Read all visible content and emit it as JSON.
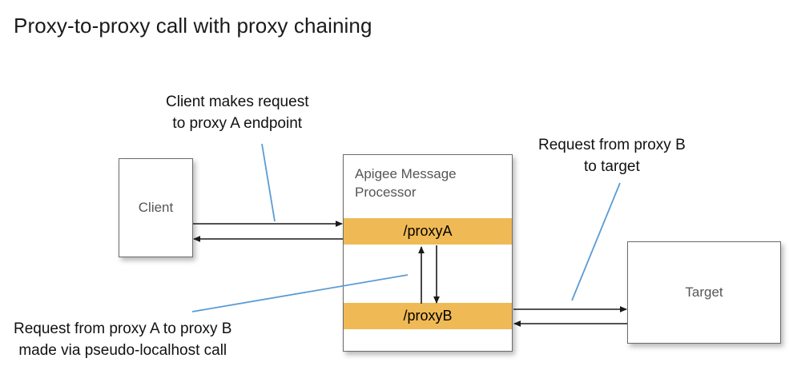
{
  "title": "Proxy-to-proxy call with proxy chaining",
  "colors": {
    "band_orange": "#EFBA55",
    "node_border": "#6b6b6b",
    "node_label": "#555555",
    "arrow": "#1a1a1a",
    "leader_line": "#5B9BD5",
    "title": "#1a1a1a",
    "background": "#ffffff"
  },
  "nodes": {
    "client": {
      "label": "Client"
    },
    "message_processor": {
      "title_line1": "Apigee Message",
      "title_line2": "Processor",
      "bands": [
        {
          "label": "/proxyA"
        },
        {
          "label": "/proxyB"
        }
      ]
    },
    "target": {
      "label": "Target"
    }
  },
  "annotations": [
    {
      "id": "client-request",
      "line1": "Client makes request",
      "line2": "to proxy A endpoint"
    },
    {
      "id": "proxyb-target",
      "line1": "Request from proxy B",
      "line2": "to target"
    },
    {
      "id": "proxya-proxyb",
      "line1": "Request from proxy A to proxy B",
      "line2": "made via pseudo-localhost call"
    }
  ],
  "flows": [
    {
      "id": "client-to-proxya",
      "from": "client",
      "to": "proxyA",
      "direction": "right"
    },
    {
      "id": "proxya-to-client",
      "from": "proxyA",
      "to": "client",
      "direction": "left"
    },
    {
      "id": "proxyb-to-proxya",
      "from": "proxyB",
      "to": "proxyA",
      "direction": "up"
    },
    {
      "id": "proxya-to-proxyb",
      "from": "proxyA",
      "to": "proxyB",
      "direction": "down"
    },
    {
      "id": "proxyb-to-target",
      "from": "proxyB",
      "to": "target",
      "direction": "right"
    },
    {
      "id": "target-to-proxyb",
      "from": "target",
      "to": "proxyB",
      "direction": "left"
    }
  ]
}
